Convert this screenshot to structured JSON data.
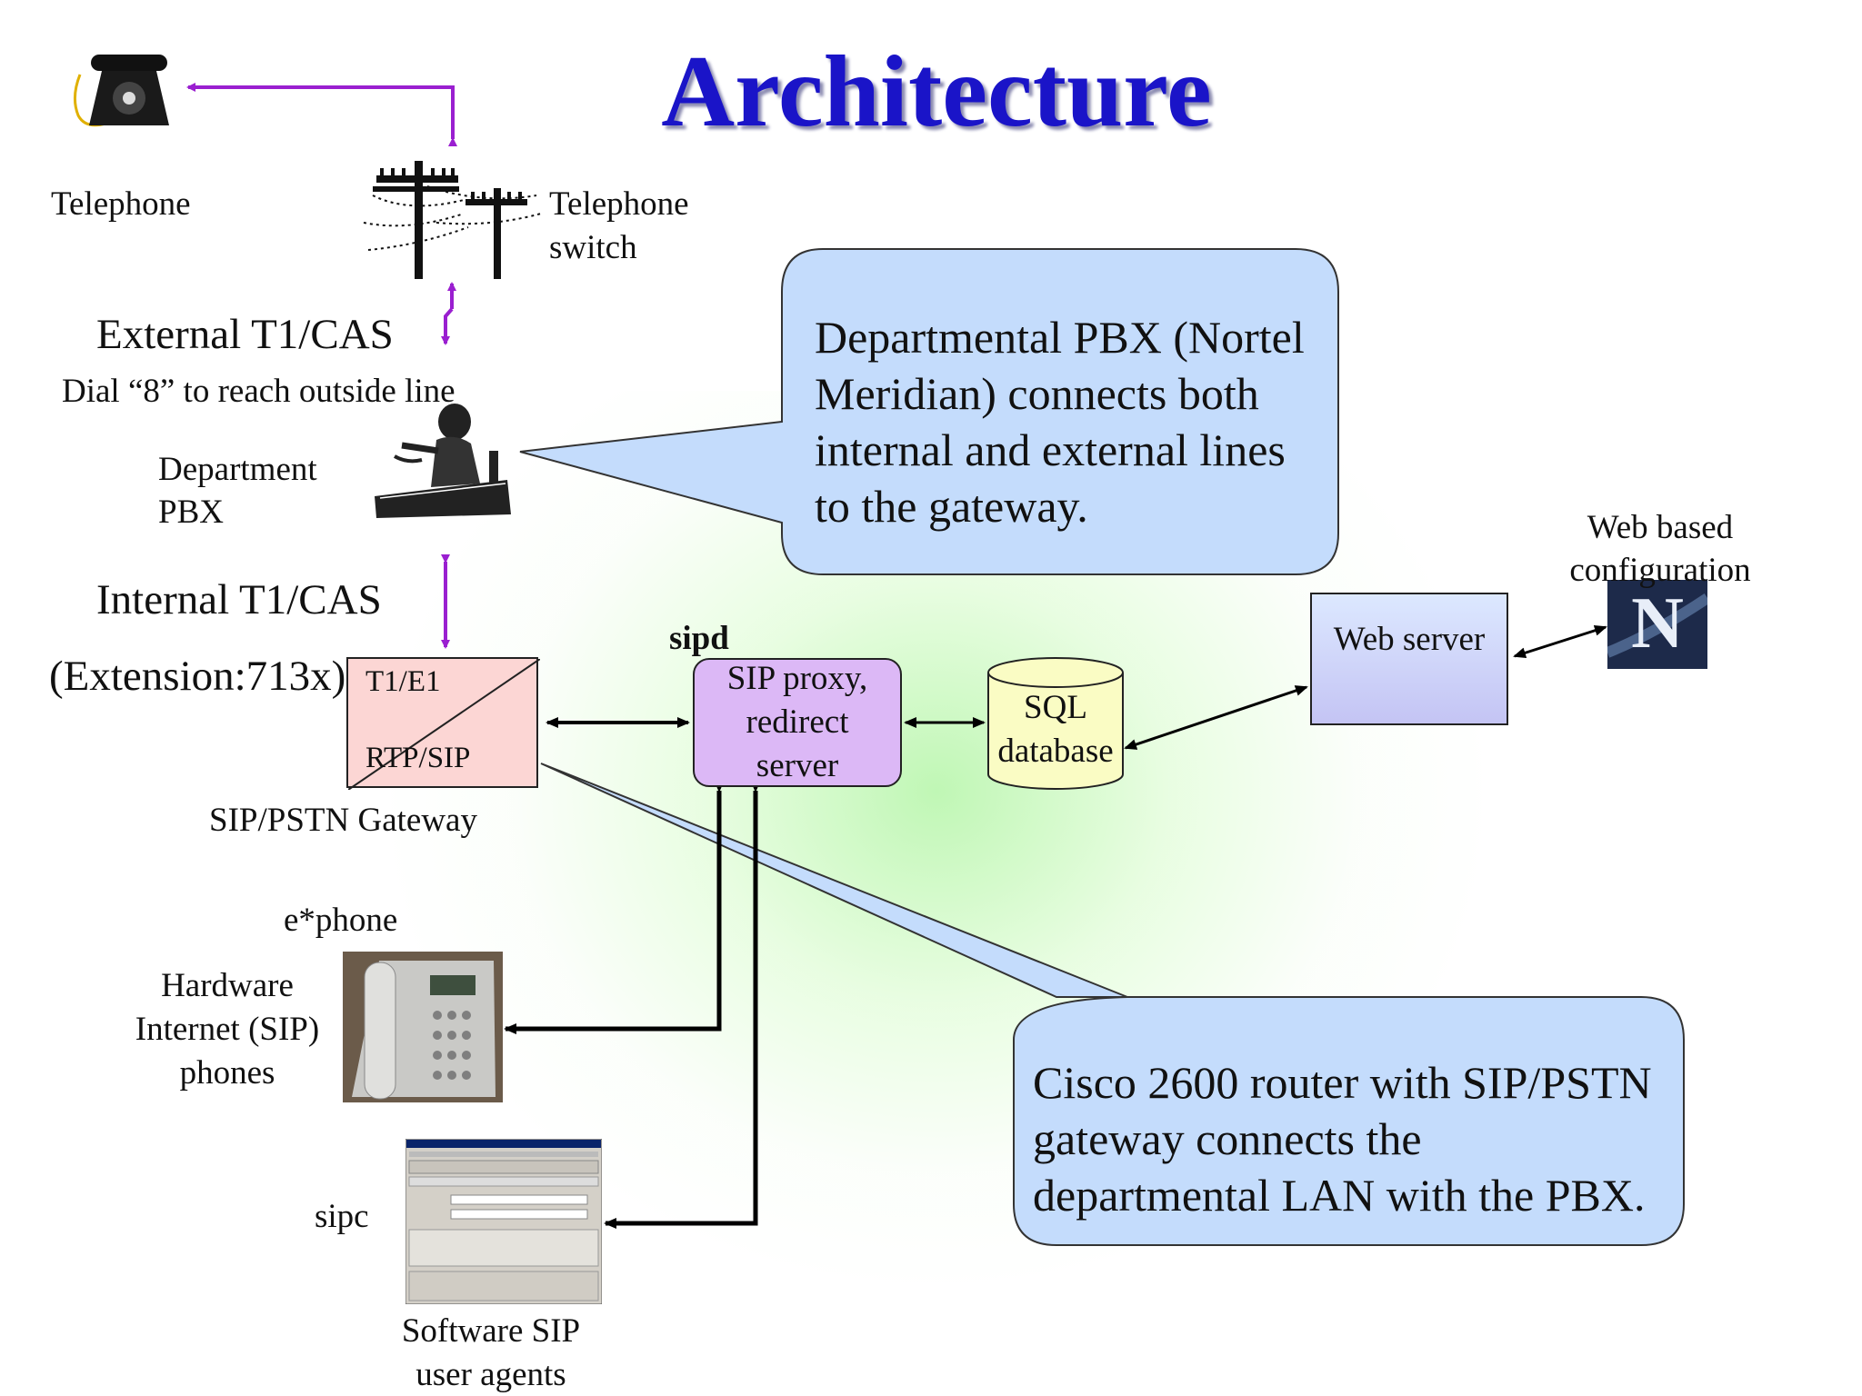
{
  "title": "Architecture",
  "labels": {
    "telephone": "Telephone",
    "telephone_switch": [
      "Telephone",
      "switch"
    ],
    "external_t1": "External T1/CAS",
    "dial_8": "Dial “8” to reach outside line",
    "department_pbx": [
      "Department",
      "PBX"
    ],
    "internal_t1": "Internal T1/CAS",
    "extension": "(Extension:713x)",
    "gateway_top": "T1/E1",
    "gateway_bottom": "RTP/SIP",
    "gateway_caption": "SIP/PSTN Gateway",
    "sipd": "sipd",
    "sip_proxy": [
      "SIP proxy,",
      "redirect",
      "server"
    ],
    "sql_db": [
      "SQL",
      "database"
    ],
    "web_server": "Web server",
    "web_config": [
      "Web based",
      "configuration"
    ],
    "ephone": "e*phone",
    "hardware_phones": [
      "Hardware",
      "Internet (SIP)",
      "phones"
    ],
    "sipc": "sipc",
    "software_ua": [
      "Software SIP",
      "user agents"
    ]
  },
  "callouts": {
    "pbx": [
      "Departmental PBX (Nortel",
      "Meridian) connects both",
      "internal and external lines",
      "to the gateway."
    ],
    "cisco": [
      "Cisco 2600 router with SIP/PSTN",
      "gateway connects the",
      "departmental LAN with the PBX."
    ]
  },
  "colors": {
    "title": "#1a14c8",
    "pstn_arrows": "#9a1fd0",
    "callout_fill": "#c4dcfc",
    "sip_box": "#dcb8f6",
    "sql_fill": "#fafcc4",
    "gateway_fill": "#fcd6d4"
  },
  "icons": [
    "rotary-telephone-icon",
    "telephone-pole-icon",
    "pbx-operator-icon",
    "ip-desk-phone-icon",
    "sipc-window-icon",
    "netscape-n-icon"
  ]
}
